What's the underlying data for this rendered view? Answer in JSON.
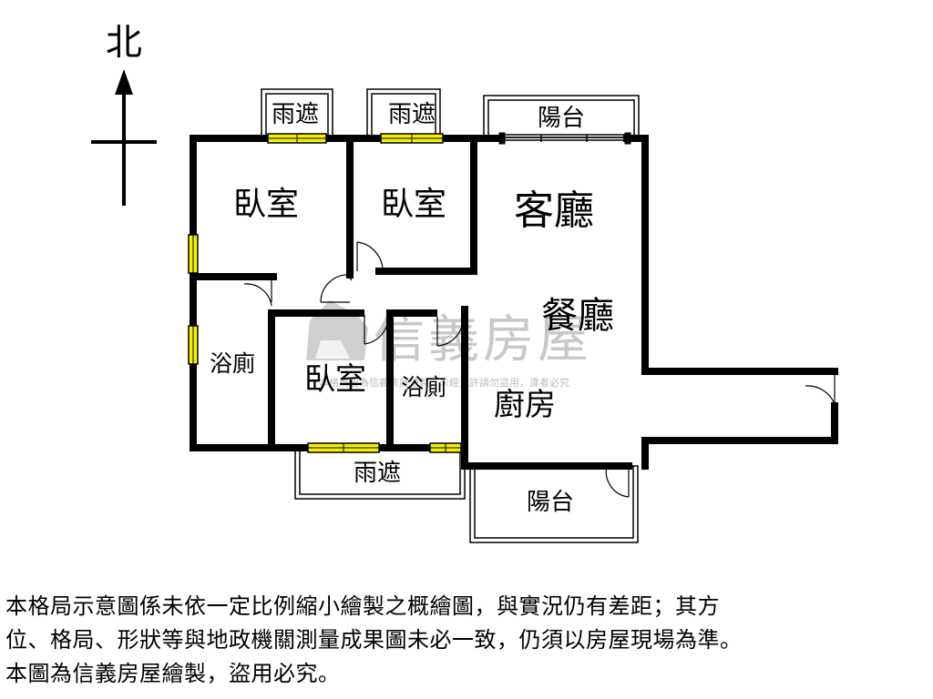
{
  "compass": {
    "north_label": "北"
  },
  "rooms": {
    "bedroom_top_left": "臥室",
    "bedroom_top_middle": "臥室",
    "bedroom_bottom": "臥室",
    "living_room": "客廳",
    "dining_room": "餐廳",
    "kitchen": "廚房",
    "bathroom_left": "浴廁",
    "bathroom_right": "浴廁"
  },
  "outdoor": {
    "awning_top_left": "雨遮",
    "awning_top_middle": "雨遮",
    "awning_bottom": "雨遮",
    "balcony_top": "陽台",
    "balcony_bottom": "陽台"
  },
  "watermark": {
    "brand": "信義房屋",
    "notice": "本格局圖為信義房屋繪製，未經允許請勿盜用，違者必究"
  },
  "disclaimer": {
    "line1": "本格局示意圖係未依一定比例縮小繪製之概繪圖，與實況仍有差距；其方",
    "line2": "位、格局、形狀等與地政機關測量成果圖未必一致，仍須以房屋現場為準。",
    "line3": "本圖為信義房屋繪製，盜用必究。"
  },
  "colors": {
    "wall": "#000000",
    "window_fill": "#f5f000",
    "watermark": "#c8c8c8",
    "background": "#ffffff"
  }
}
